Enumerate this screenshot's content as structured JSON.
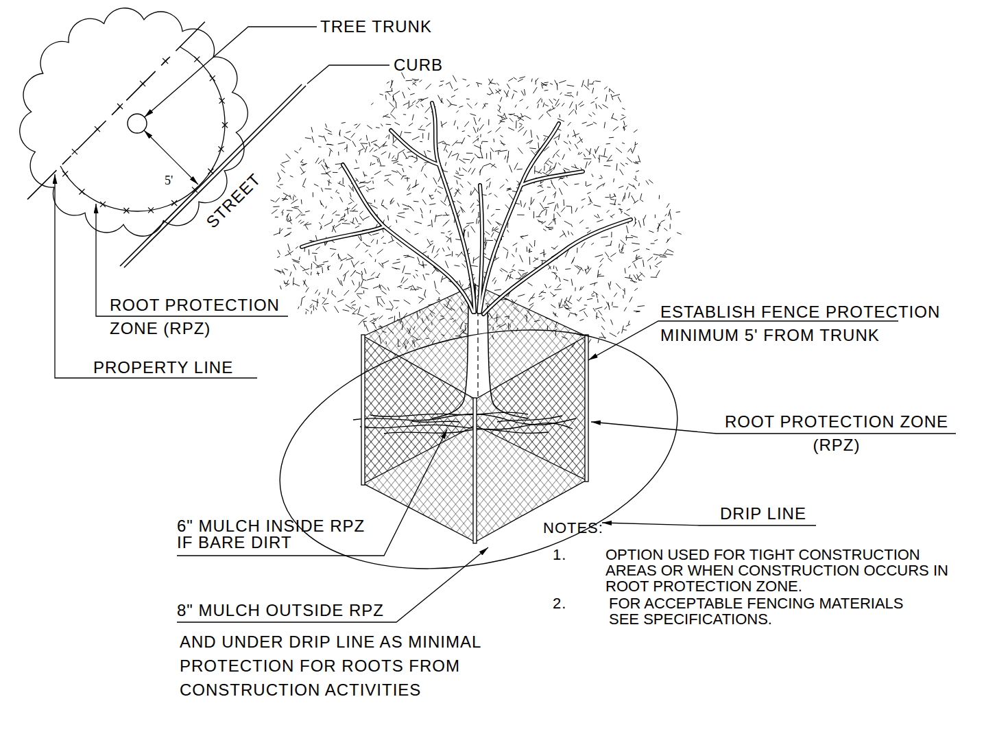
{
  "diagram": {
    "labels": [
      "TREE TRUNK",
      "CURB",
      "5'",
      "STREET",
      "ROOT PROTECTION ZONE (RPZ)",
      "PROPERTY LINE",
      "ESTABLISH FENCE PROTECTION MINIMUM 5' FROM TRUNK",
      "ROOT PROTECTION ZONE (RPZ)",
      "DRIP LINE",
      "6\" MULCH INSIDE RPZ IF BARE DIRT",
      "8\" MULCH OUTSIDE RPZ",
      "AND UNDER DRIP LINE AS MINIMAL PROTECTION FOR ROOTS FROM CONSTRUCTION ACTIVITIES",
      "NOTES:",
      "1.",
      "OPTION USED FOR TIGHT CONSTRUCTION AREAS OR WHEN CONSTRUCTION OCCURS IN ROOT PROTECTION ZONE.",
      "2.",
      "FOR ACCEPTABLE FENCING MATERIALS SEE SPECIFICATIONS."
    ]
  }
}
